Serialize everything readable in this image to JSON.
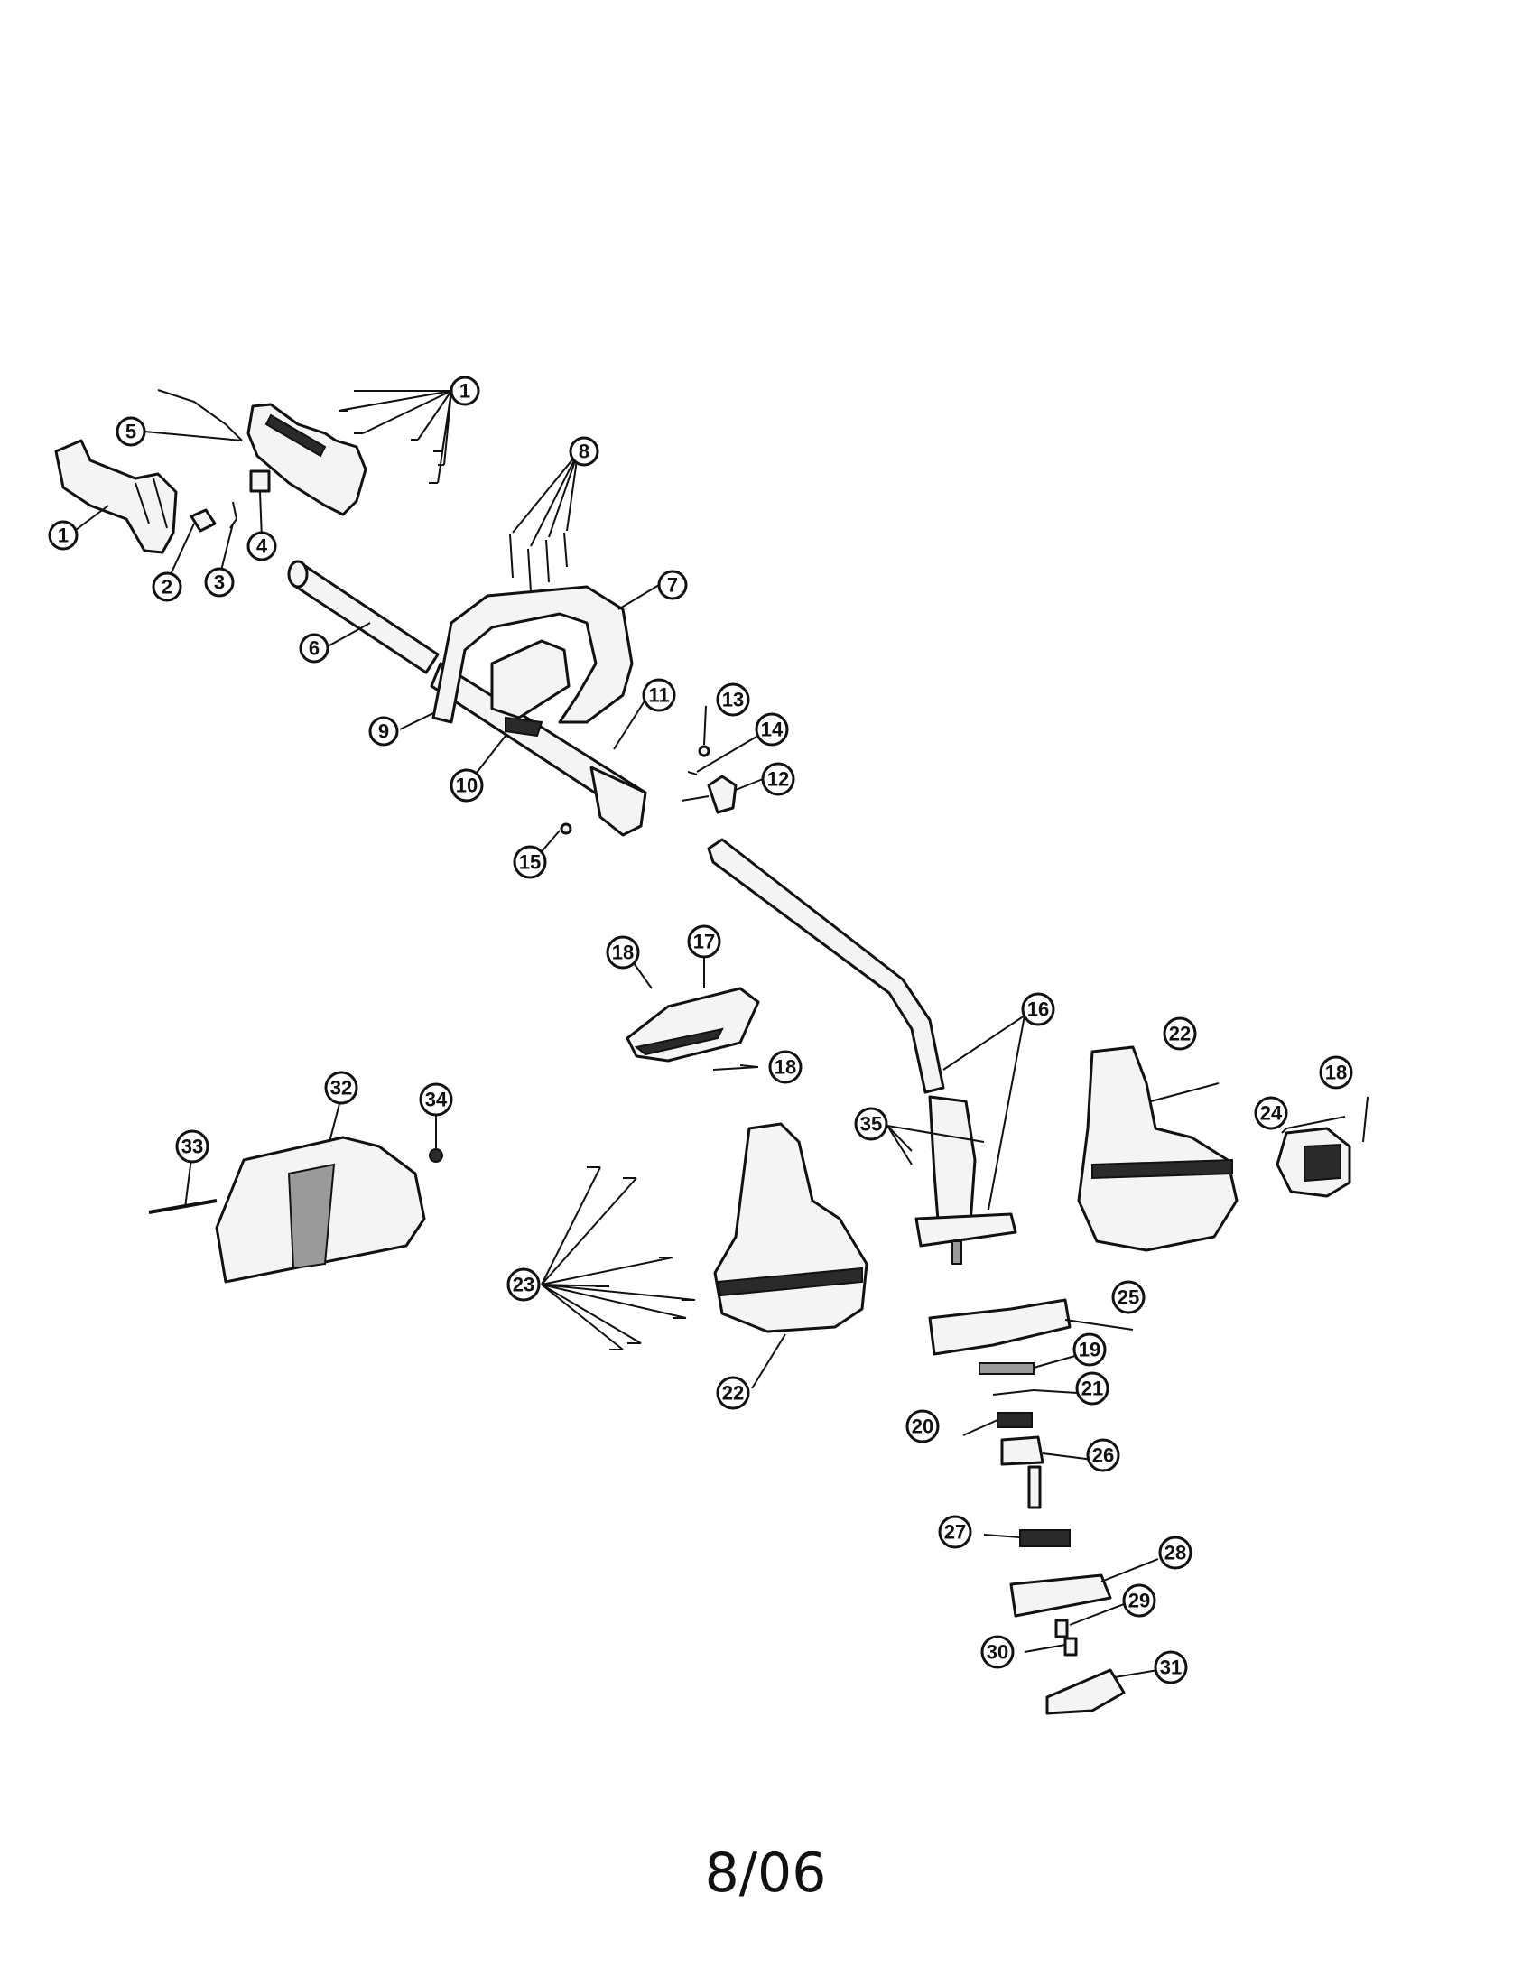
{
  "footer": {
    "date": "8/06"
  },
  "callouts": [
    "1",
    "1",
    "2",
    "3",
    "4",
    "5",
    "6",
    "7",
    "8",
    "9",
    "10",
    "11",
    "12",
    "13",
    "14",
    "15",
    "16",
    "17",
    "18",
    "18",
    "18",
    "19",
    "20",
    "21",
    "22",
    "22",
    "23",
    "24",
    "25",
    "26",
    "27",
    "28",
    "29",
    "30",
    "31",
    "32",
    "33",
    "34",
    "35"
  ]
}
